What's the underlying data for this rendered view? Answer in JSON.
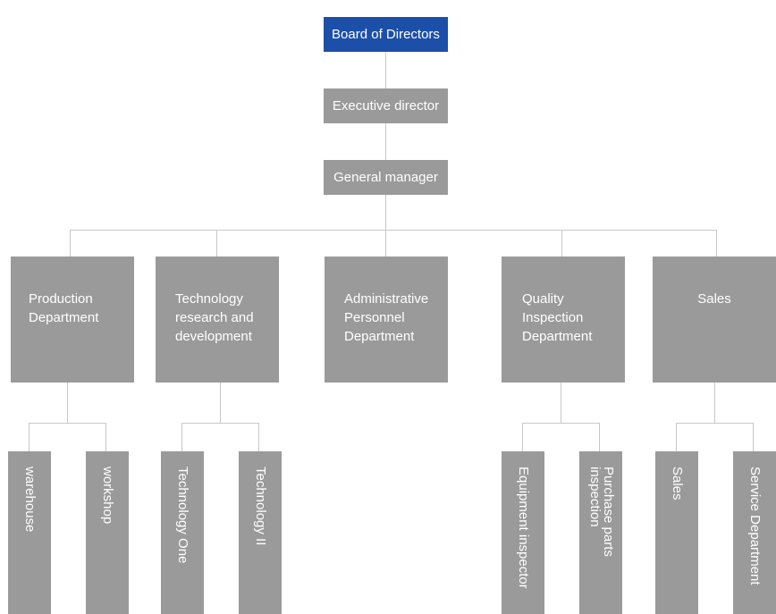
{
  "chart": {
    "root": {
      "label": "Board of Directors",
      "color": "#1c4fa8"
    },
    "level2": {
      "label": "Executive director"
    },
    "level3": {
      "label": "General manager"
    },
    "departments": [
      {
        "id": "production",
        "lines": [
          "Production",
          "Department"
        ]
      },
      {
        "id": "technology",
        "lines": [
          "Technology",
          "research and",
          "development"
        ]
      },
      {
        "id": "administrative",
        "lines": [
          "Administrative",
          "Personnel",
          "Department"
        ]
      },
      {
        "id": "quality",
        "lines": [
          "Quality",
          "Inspection",
          "Department"
        ]
      },
      {
        "id": "sales",
        "lines": [
          "Sales"
        ]
      }
    ],
    "units": [
      {
        "id": "warehouse",
        "label": "warehouse"
      },
      {
        "id": "workshop",
        "label": "workshop"
      },
      {
        "id": "technology-one",
        "label": "Technology One"
      },
      {
        "id": "technology-ii",
        "label": "Technology II"
      },
      {
        "id": "equipment-inspector",
        "label": "Equipment inspector"
      },
      {
        "id": "purchase-parts-inspection",
        "label": "Purchase parts\ninspection"
      },
      {
        "id": "sales-unit",
        "label": "Sales"
      },
      {
        "id": "service-department",
        "label": "Service Department"
      }
    ],
    "colors": {
      "box": "#9a9a9a",
      "connector": "#c8c8c8",
      "text": "#ffffff"
    }
  }
}
